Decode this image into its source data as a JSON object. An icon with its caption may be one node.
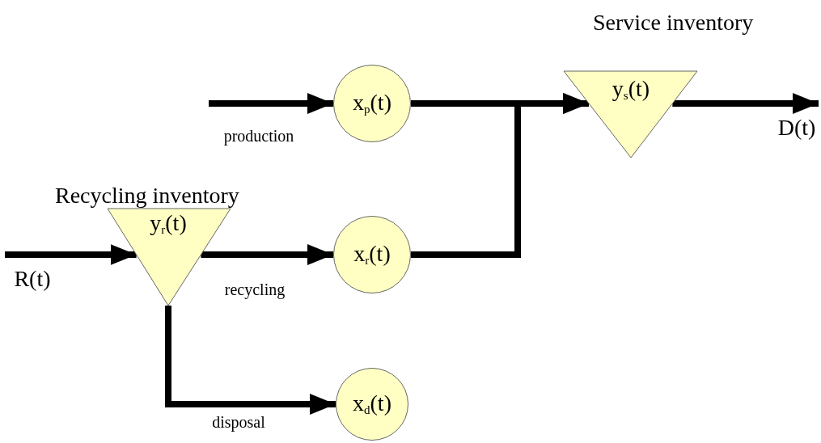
{
  "diagram": {
    "nodes": [
      {
        "text": [
          "Service inventory",
          "y$_{s}$(t)"
        ]
      },
      {
        "text": [
          "x$_{p}$(t)"
        ]
      },
      {
        "text": [
          "Recycling inventory",
          "y$_{r}$(t)"
        ]
      },
      {
        "text": [
          "x$_{r}$(t)"
        ]
      },
      {
        "text": [
          "x$_{d}$(t)"
        ]
      }
    ],
    "edges": [
      {
        "from": null,
        "to": 1,
        "arrow": "to",
        "label": "production"
      },
      {
        "from": 1,
        "to": 0,
        "arrow": "to"
      },
      {
        "from": 3,
        "to": 0,
        "arrow": "to"
      },
      {
        "from": 0,
        "to": null,
        "arrow": "to",
        "label": "D(t)"
      },
      {
        "from": null,
        "to": 2,
        "arrow": "to",
        "label": "R(t)"
      },
      {
        "from": 2,
        "to": 3,
        "arrow": "to",
        "label": "recycling"
      },
      {
        "from": 2,
        "to": 4,
        "arrow": "to",
        "label": "disposal"
      }
    ]
  }
}
